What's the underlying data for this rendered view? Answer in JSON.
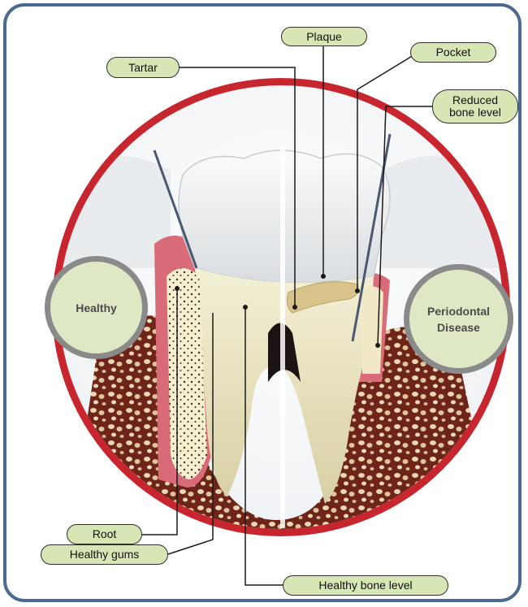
{
  "labels": {
    "plaque": "Plaque",
    "tartar": "Tartar",
    "pocket": "Pocket",
    "reduced_bone_line1": "Reduced",
    "reduced_bone_line2": "bone level",
    "root": "Root",
    "healthy_gums": "Healthy gums",
    "healthy_bone_level": "Healthy bone level"
  },
  "states": {
    "healthy": "Healthy",
    "periodontal_line1": "Periodontal",
    "periodontal_line2": "Disease"
  },
  "colors": {
    "frame": "#4a6a92",
    "ring": "#c8262f",
    "pill_fill": "#d7e6b4",
    "circle_fill": "#dfe8c4",
    "circle_border": "#8a8a8a",
    "bone": "#7a2a1e",
    "gum": "#d96b78"
  }
}
